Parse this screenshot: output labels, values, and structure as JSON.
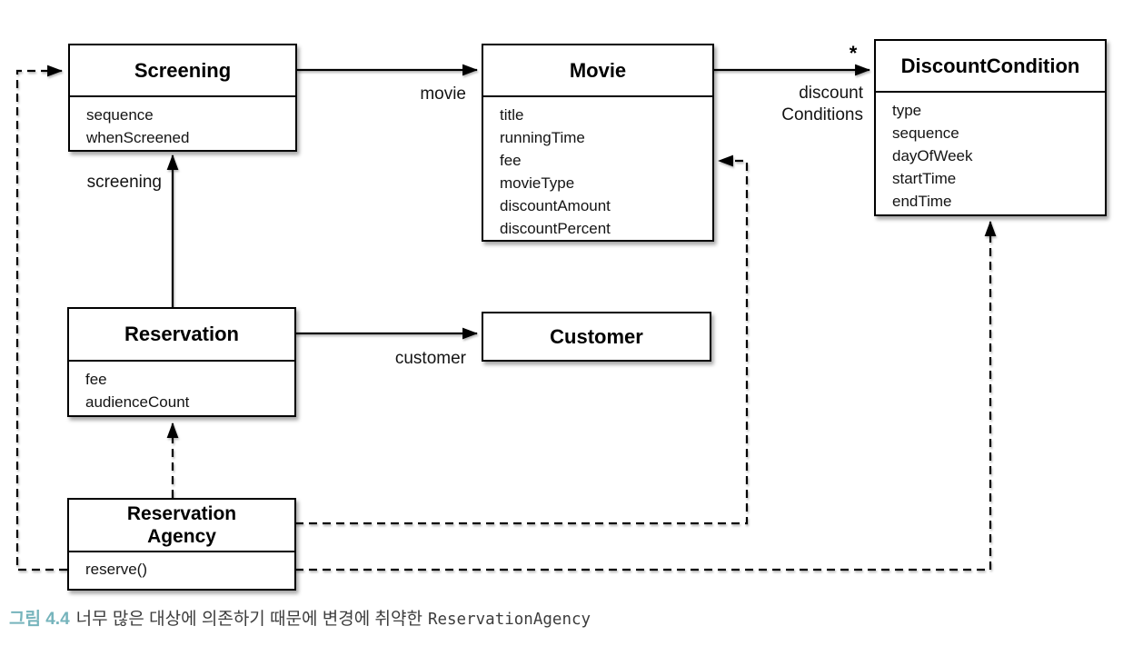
{
  "diagram": {
    "classes": {
      "screening": {
        "name": "Screening",
        "attributes": [
          "sequence",
          "whenScreened"
        ]
      },
      "movie": {
        "name": "Movie",
        "attributes": [
          "title",
          "runningTime",
          "fee",
          "movieType",
          "discountAmount",
          "discountPercent"
        ]
      },
      "discount_condition": {
        "name": "DiscountCondition",
        "attributes": [
          "type",
          "sequence",
          "dayOfWeek",
          "startTime",
          "endTime"
        ]
      },
      "reservation": {
        "name": "Reservation",
        "attributes": [
          "fee",
          "audienceCount"
        ]
      },
      "customer": {
        "name": "Customer"
      },
      "reservation_agency": {
        "name_line1": "Reservation",
        "name_line2": "Agency",
        "methods": [
          "reserve()"
        ]
      }
    },
    "labels": {
      "movie": "movie",
      "screening": "screening",
      "customer": "customer",
      "discount_conditions_line1": "discount",
      "discount_conditions_line2": "Conditions",
      "multiplicity_star": "*"
    }
  },
  "caption": {
    "prefix": "그림 4.4",
    "text": "너무 많은 대상에 의존하기 때문에 변경에 취약한",
    "code": "ReservationAgency"
  },
  "colors": {
    "caption_accent": "#76b4bc",
    "line": "#000000",
    "background": "#ffffff"
  }
}
